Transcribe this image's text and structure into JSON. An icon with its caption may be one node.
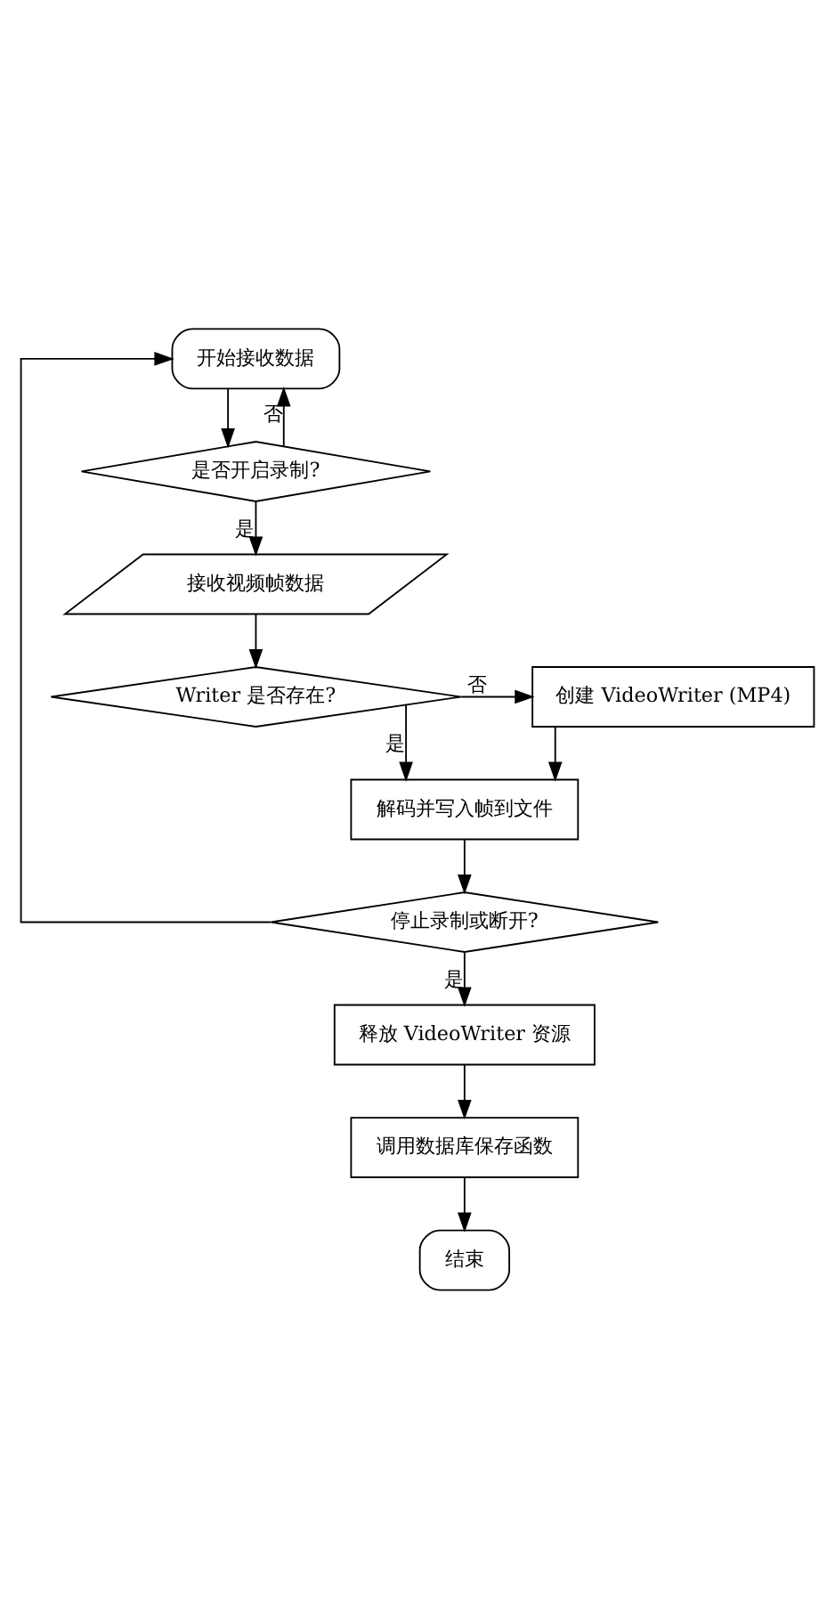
{
  "diagram": {
    "nodes": [
      {
        "text": [
          "开始接收数据"
        ]
      },
      {
        "text": [
          "是否开启录制?"
        ]
      },
      {
        "text": [
          "接收视频帧数据"
        ]
      },
      {
        "text": [
          "Writer 是否存在?"
        ]
      },
      {
        "text": [
          "创建 VideoWriter (MP4)"
        ]
      },
      {
        "text": [
          "解码并写入帧到文件"
        ]
      },
      {
        "text": [
          "停止录制或断开?"
        ]
      },
      {
        "text": [
          "释放 VideoWriter 资源"
        ]
      },
      {
        "text": [
          "调用数据库保存函数"
        ]
      },
      {
        "text": [
          "结束"
        ]
      }
    ],
    "edges": [
      {
        "from": 0,
        "to": 1,
        "arrow": "to"
      },
      {
        "from": 1,
        "to": 0,
        "arrow": "to",
        "label": "否"
      },
      {
        "from": 1,
        "to": 2,
        "arrow": "to",
        "label": "是"
      },
      {
        "from": 2,
        "to": 3,
        "arrow": "to"
      },
      {
        "from": 3,
        "to": 4,
        "arrow": "to",
        "label": "否"
      },
      {
        "from": 3,
        "to": 5,
        "arrow": "to",
        "label": "是"
      },
      {
        "from": 4,
        "to": 5,
        "arrow": "to"
      },
      {
        "from": 5,
        "to": 6,
        "arrow": "to"
      },
      {
        "from": 6,
        "to": 0,
        "arrow": "to"
      },
      {
        "from": 6,
        "to": 7,
        "arrow": "to",
        "label": "是"
      },
      {
        "from": 7,
        "to": 8,
        "arrow": "to"
      },
      {
        "from": 8,
        "to": 9,
        "arrow": "to"
      }
    ]
  }
}
